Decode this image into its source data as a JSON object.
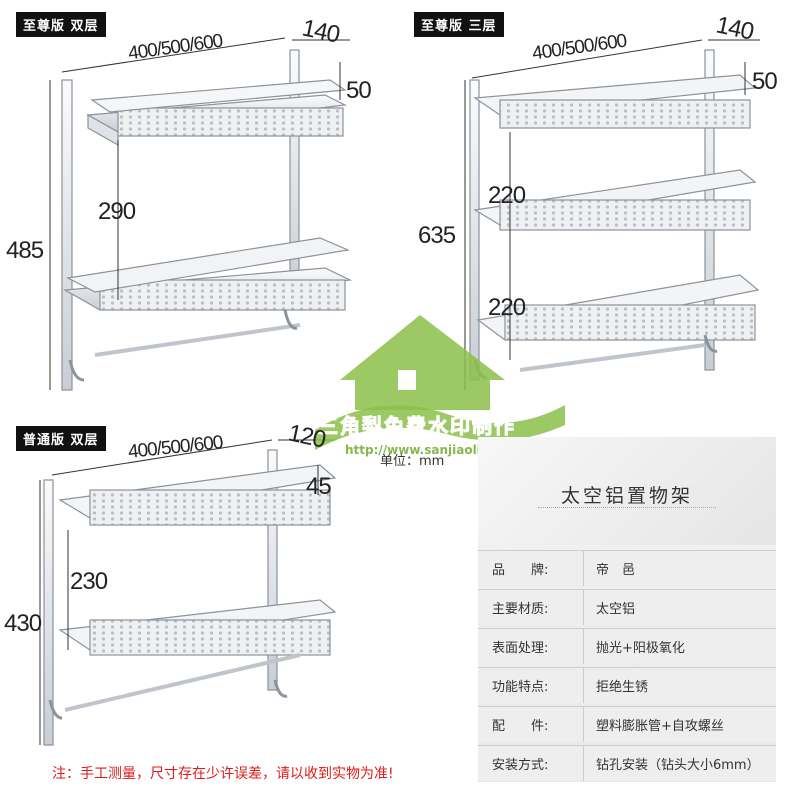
{
  "panels": {
    "premium_double": {
      "tag": "至尊版 双层",
      "width": "400/500/600",
      "depth": "140",
      "rim": "50",
      "spacing": "290",
      "height": "485"
    },
    "premium_triple": {
      "tag": "至尊版 三层",
      "width": "400/500/600",
      "depth": "140",
      "rim": "50",
      "spacing_top": "220",
      "spacing_bottom": "220",
      "height": "635"
    },
    "standard_double": {
      "tag": "普通版 双层",
      "width": "400/500/600",
      "depth": "120",
      "rim": "45",
      "spacing": "230",
      "height": "430"
    }
  },
  "unit_label": "单位：mm",
  "watermark": {
    "text": "三角梨免费水印制作",
    "url": "http://www.sanjiaoli.com"
  },
  "spec": {
    "title": "太空铝置物架",
    "rows": [
      {
        "key": "品　　牌:",
        "value": "帝　邑"
      },
      {
        "key": "主要材质:",
        "value": "太空铝"
      },
      {
        "key": "表面处理:",
        "value": "抛光+阳极氧化"
      },
      {
        "key": "功能特点:",
        "value": "拒绝生锈"
      },
      {
        "key": "配　　件:",
        "value": "塑料膨胀管+自攻螺丝"
      },
      {
        "key": "安装方式:",
        "value": "钻孔安装（钻头大小6mm）"
      }
    ]
  },
  "note": "注：手工测量，尺寸存在少许误差，请以收到实物为准!",
  "colors": {
    "accent_red": "#e01a1a",
    "watermark_green": "#8cbf4a",
    "tag_bg": "#111111"
  }
}
